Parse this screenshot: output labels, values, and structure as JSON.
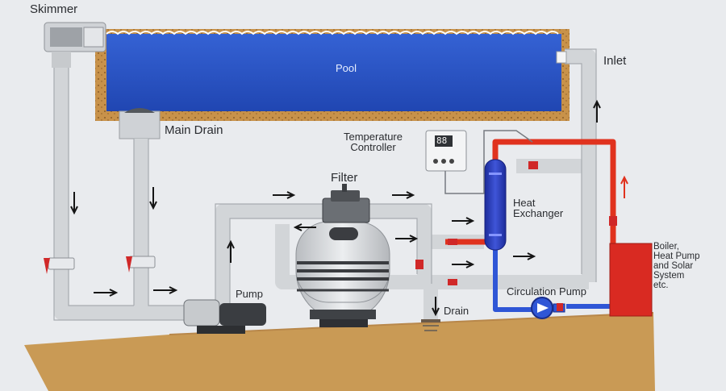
{
  "labels": {
    "skimmer": "Skimmer",
    "pool": "Pool",
    "main_drain": "Main Drain",
    "inlet": "Inlet",
    "temperature_controller": [
      "Temperature",
      "Controller"
    ],
    "controller_display": "88",
    "filter": "Filter",
    "heat_exchanger": [
      "Heat",
      "Exchanger"
    ],
    "pump": "Pump",
    "drain": "Drain",
    "circulation_pump": "Circulation Pump",
    "boiler": [
      "Boiler,",
      "Heat Pump",
      "and Solar",
      "System",
      "etc."
    ]
  },
  "colors": {
    "background": "#e9ebee",
    "pool_water": "#2b56c8",
    "pool_wall": "#c8924a",
    "pipe_cold": "#d9dcdf",
    "pipe_hot": "#e0321e",
    "pipe_return": "#2f56d6",
    "heat_exchanger": "#2c3fb8",
    "boiler": "#d92a22",
    "ground": "#c99a55",
    "valve": "#d02828"
  }
}
